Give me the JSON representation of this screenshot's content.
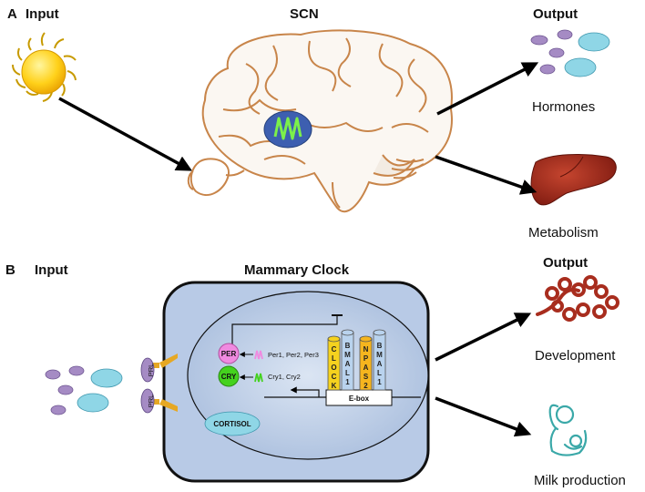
{
  "panel_a": {
    "letter": "A",
    "input": "Input",
    "center": "SCN",
    "output": "Output",
    "outputs": [
      "Hormones",
      "Metabolism"
    ]
  },
  "panel_b": {
    "letter": "B",
    "input": "Input",
    "center": "Mammary Clock",
    "output": "Output",
    "outputs": [
      "Development",
      "Milk production"
    ],
    "receptors": [
      "PRL",
      "PRL"
    ],
    "cortisol": "CORTISOL",
    "per": "PER",
    "cry": "CRY",
    "per_genes": "Per1, Per2, Per3",
    "cry_genes": "Cry1, Cry2",
    "ebox": "E-box",
    "columns": [
      {
        "letters": [
          "C",
          "L",
          "O",
          "C",
          "K"
        ],
        "color": "#f5d21e"
      },
      {
        "letters": [
          "B",
          "M",
          "A",
          "L",
          "1"
        ],
        "color": "#b9d3ee"
      },
      {
        "letters": [
          "N",
          "P",
          "A",
          "S",
          "2"
        ],
        "color": "#f5b51e"
      },
      {
        "letters": [
          "B",
          "M",
          "A",
          "L",
          "1"
        ],
        "color": "#b9d3ee"
      }
    ]
  },
  "colors": {
    "sun": "#ffd11a",
    "brain_outline": "#c8854a",
    "scn_oval": "#3d5fb0",
    "scn_wave": "#7cf04a",
    "liver": "#a82d1e",
    "cell_fill": "#b8cae6",
    "pink": "#f08ae0",
    "green": "#44d21e",
    "teal": "#3aa8a8"
  }
}
